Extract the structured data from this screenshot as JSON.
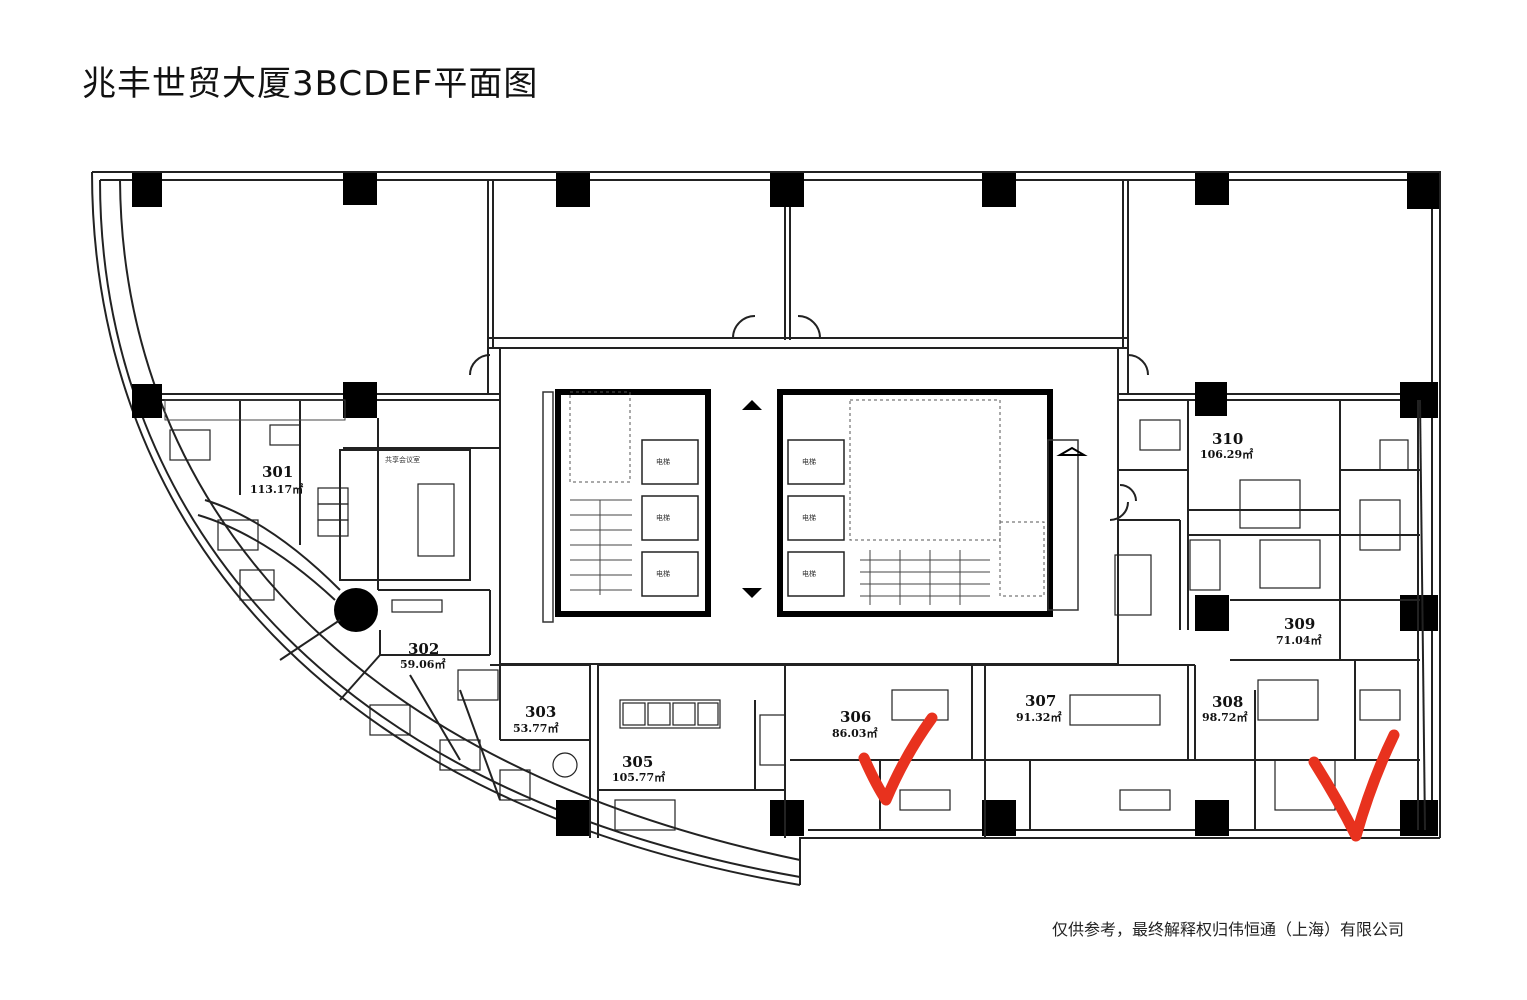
{
  "title": "兆丰世贸大厦3BCDEF平面图",
  "footer": "仅供参考，最终解释权归伟恒通（上海）有限公司",
  "colors": {
    "wall": "#000000",
    "line": "#222222",
    "checkmark": "#e8321e"
  },
  "meeting_room_label": "共享会议室",
  "elevator_label": "电梯",
  "rooms": [
    {
      "number": "301",
      "area": "113.17㎡"
    },
    {
      "number": "302",
      "area": "59.06㎡"
    },
    {
      "number": "303",
      "area": "53.77㎡"
    },
    {
      "number": "305",
      "area": "105.77㎡"
    },
    {
      "number": "306",
      "area": "86.03㎡"
    },
    {
      "number": "307",
      "area": "91.32㎡"
    },
    {
      "number": "308",
      "area": "98.72㎡"
    },
    {
      "number": "309",
      "area": "71.04㎡"
    },
    {
      "number": "310",
      "area": "106.29㎡"
    }
  ],
  "marks": [
    {
      "icon": "checkmark-icon",
      "room": "306"
    },
    {
      "icon": "checkmark-icon",
      "room": "308"
    }
  ]
}
